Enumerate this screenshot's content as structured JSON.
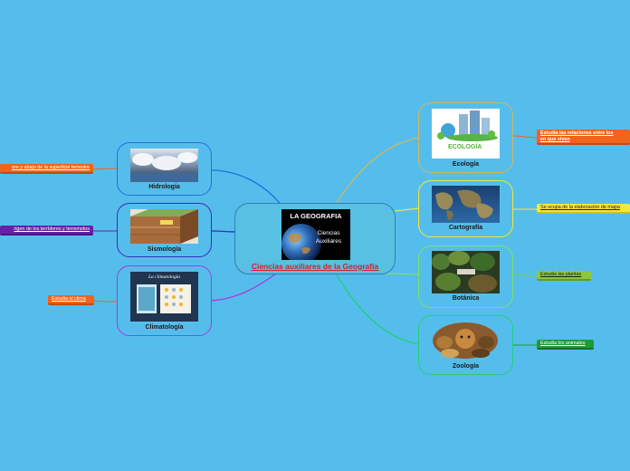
{
  "central": {
    "label": "Ciencias auxiliares de la Geografía",
    "image_title": "LA GEOGRAFIA",
    "image_subtitle": "Ciencias\nAuxiliares"
  },
  "branches_left": [
    {
      "id": "hidrologia",
      "label": "Hidrología",
      "color": "#1f6fe0",
      "note": "ore y abajo de la superficie terrestre",
      "note_color": "#f0641c"
    },
    {
      "id": "sismologia",
      "label": "Sismología",
      "color": "#3a2ab8",
      "note": "rigen de los terrblores y terremotos",
      "note_color": "#6a1ea8"
    },
    {
      "id": "climatologia",
      "label": "Climatología",
      "color": "#a63ae0",
      "note": "Estudia el clima",
      "note_color": "#f0641c",
      "image_title": "La climatología"
    }
  ],
  "branches_right": [
    {
      "id": "ecologia",
      "label": "Ecología",
      "color": "#d5b55f",
      "note": "Estudia las relaciones entre los\nen que viven",
      "note_color": "#f0641c",
      "image_title": "ECOLOGÍA"
    },
    {
      "id": "cartografia",
      "label": "Cartografía",
      "color": "#f0e93a",
      "note": "Se ocupa de la elaboración de mapa",
      "note_color": "#f0e93a"
    },
    {
      "id": "botanica",
      "label": "Botánica",
      "color": "#7fe060",
      "note": "Estudia las plantas",
      "note_color": "#8cc83a"
    },
    {
      "id": "zoologia",
      "label": "Zoología",
      "color": "#21d07a",
      "note": "Estudia los animales",
      "note_color": "#1f9a3a"
    }
  ]
}
